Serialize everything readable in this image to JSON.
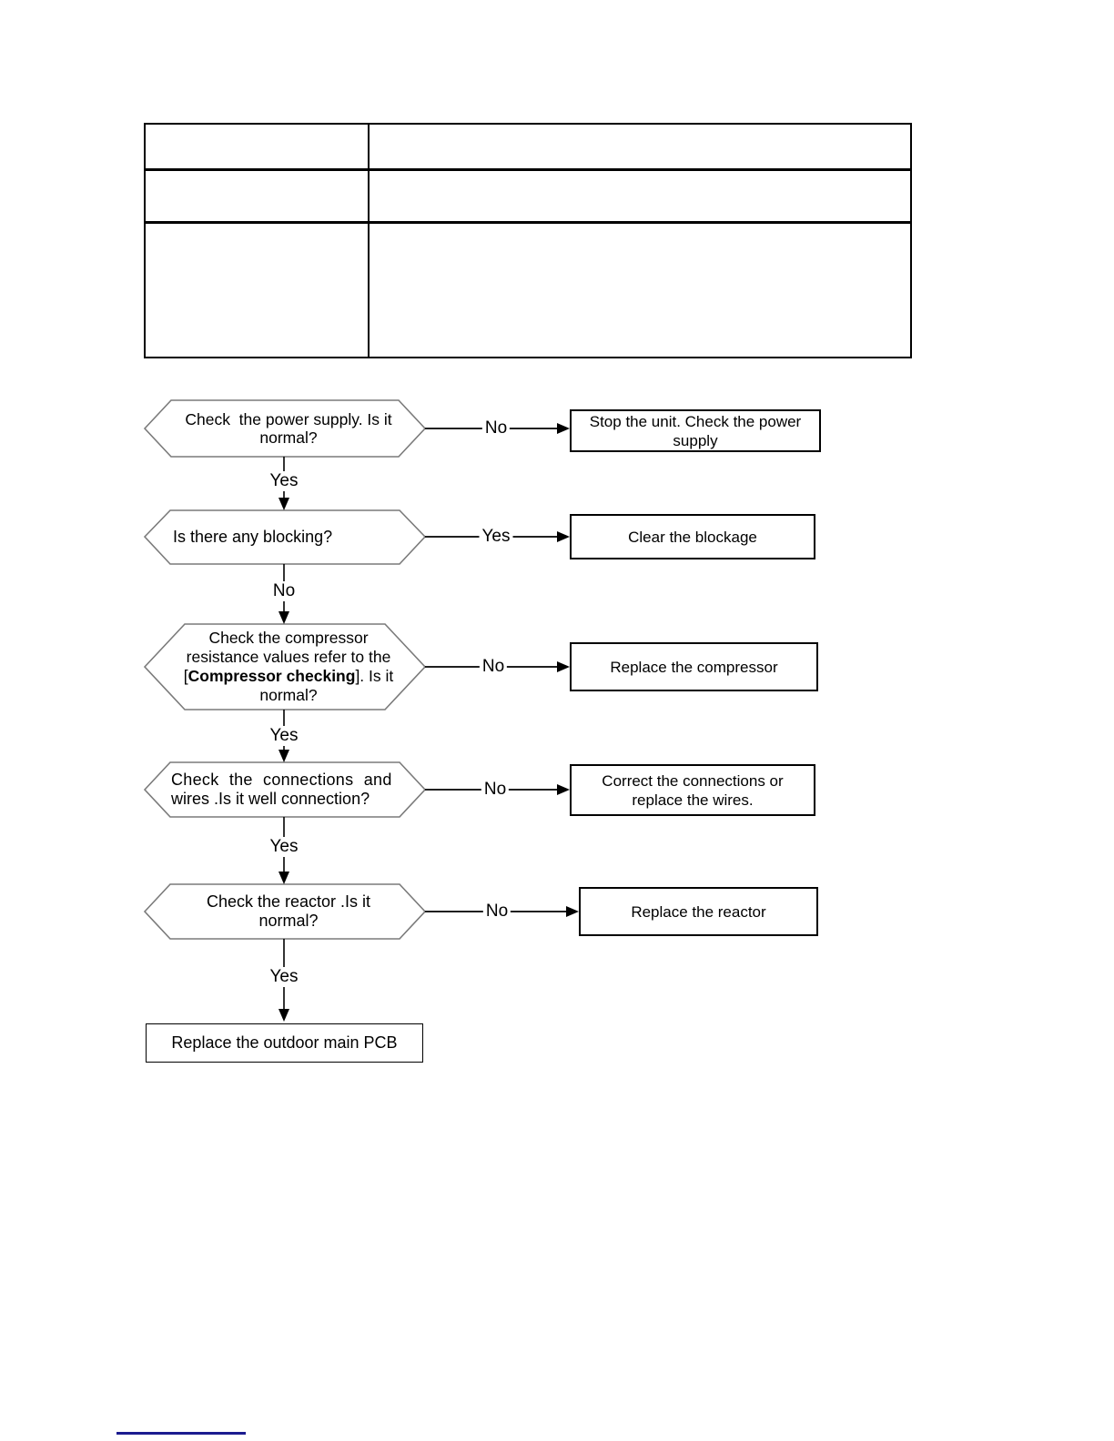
{
  "table": {
    "cells": [
      [
        "",
        ""
      ],
      [
        "",
        ""
      ],
      [
        "",
        ""
      ]
    ]
  },
  "flowchart": {
    "steps": [
      {
        "question": [
          "Check  the power supply. Is it",
          "normal?"
        ],
        "branch_label": "No",
        "action": [
          "Stop the unit. Check the power",
          "supply"
        ],
        "next_label": "Yes"
      },
      {
        "question": [
          "Is there any blocking?"
        ],
        "branch_label": "Yes",
        "action": [
          "Clear the blockage"
        ],
        "next_label": "No"
      },
      {
        "question": [
          "Check the compressor",
          "resistance values refer to the"
        ],
        "question_bracketed": {
          "prefix": "[",
          "bold": "Compressor checking",
          "suffix": "]. Is it"
        },
        "question_tail": "normal?",
        "branch_label": "No",
        "action": [
          "Replace the compressor"
        ],
        "next_label": "Yes"
      },
      {
        "question": [
          "Check the connections and",
          "wires .Is it well connection?"
        ],
        "branch_label": "No",
        "action": [
          "Correct the connections or",
          "replace the wires."
        ],
        "next_label": "Yes"
      },
      {
        "question": [
          "Check the reactor .Is it",
          "normal?"
        ],
        "branch_label": "No",
        "action": [
          "Replace the reactor"
        ],
        "next_label": "Yes"
      }
    ],
    "final_action": "Replace the outdoor main PCB"
  },
  "footer": {
    "rule_color": "#1b1b8f"
  }
}
